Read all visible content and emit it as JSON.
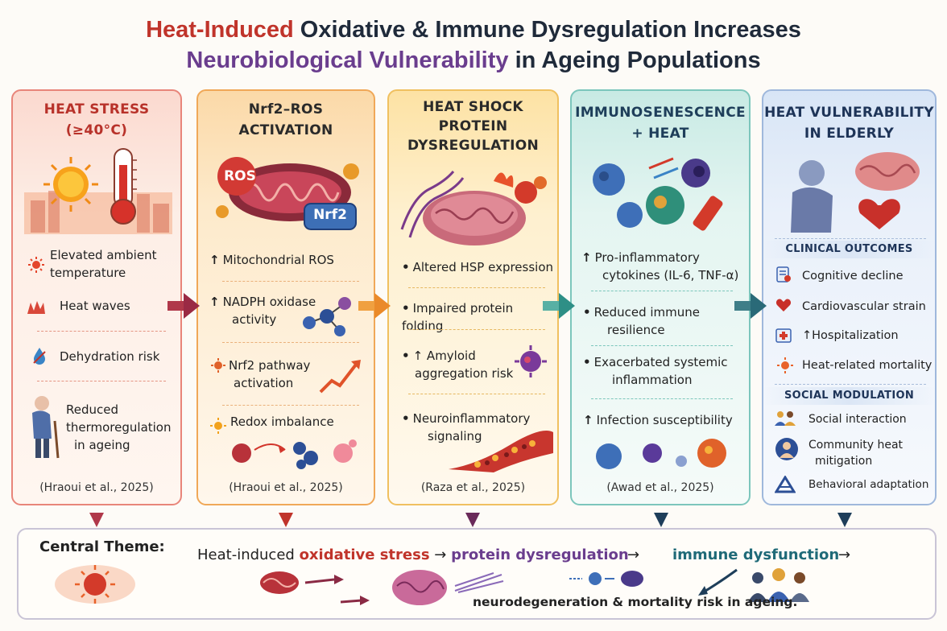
{
  "title": {
    "line1_red": "Heat-Induced",
    "line1_rest": " Oxidative & Immune Dysregulation Increases",
    "line2_purple": "Neurobiological Vulnerability",
    "line2_rest": " in Ageing Populations"
  },
  "colors": {
    "heat": "#c0342b",
    "nrf2": "#e08a1c",
    "hsp": "#e2a52a",
    "immune": "#2e8f86",
    "elderly": "#4a77b8",
    "purple": "#6a3d8e"
  },
  "panels": [
    {
      "heading_line1": "HEAT STRESS",
      "heading_line2": "(≥40°C)",
      "items": [
        {
          "icon": "sun-icon",
          "text1": "Elevated ambient",
          "text2": "temperature"
        },
        {
          "icon": "heat-wave-icon",
          "text1": "Heat waves",
          "text2": ""
        },
        {
          "icon": "water-drop-icon",
          "text1": "Dehydration risk",
          "text2": ""
        },
        {
          "icon": "elderly-person-icon",
          "text1": "Reduced",
          "text2": "thermoregulation",
          "text3": "in ageing"
        }
      ],
      "citation": "(Hraoui et al., 2025)"
    },
    {
      "heading_line1": "Nrf2–ROS",
      "heading_line2": "ACTIVATION",
      "art_label_ros": "ROS",
      "art_label_nrf2": "Nrf2",
      "items": [
        {
          "marker": "↑",
          "text1": "Mitochondrial ROS",
          "text2": ""
        },
        {
          "marker": "↑",
          "text1": "NADPH oxidase",
          "text2": "activity"
        },
        {
          "icon": "virus-icon",
          "text1": "Nrf2 pathway",
          "text2": "activation"
        },
        {
          "icon": "sun-icon",
          "text1": "Redox imbalance",
          "text2": ""
        }
      ],
      "citation": "(Hraoui et al., 2025)"
    },
    {
      "heading_line1": "HEAT SHOCK",
      "heading_line2": "PROTEIN",
      "heading_line3": "DYSREGULATION",
      "items": [
        {
          "marker": "•",
          "text1": "Altered HSP expression",
          "text2": ""
        },
        {
          "marker": "•",
          "text1": "Impaired protein folding",
          "text2": ""
        },
        {
          "marker": "•",
          "text1": "↑ Amyloid",
          "text2": "aggregation risk"
        },
        {
          "marker": "•",
          "text1": "Neuroinflammatory",
          "text2": "signaling"
        }
      ],
      "citation": "(Raza et al., 2025)"
    },
    {
      "heading_line1": "IMMUNOSENESCENCE",
      "heading_line2": "+ HEAT",
      "items": [
        {
          "marker": "↑",
          "text1": "Pro-inflammatory",
          "text2": "cytokines (IL-6, TNF-α)"
        },
        {
          "marker": "•",
          "text1": "Reduced immune",
          "text2": "resilience"
        },
        {
          "marker": "•",
          "text1": "Exacerbated systemic",
          "text2": "inflammation"
        },
        {
          "marker": "↑",
          "text1": "Infection susceptibility",
          "text2": ""
        }
      ],
      "citation": "(Awad et al., 2025)"
    },
    {
      "heading_line1": "HEAT VULNERABILITY",
      "heading_line2": "IN ELDERLY",
      "clinical_title": "CLINICAL OUTCOMES",
      "clinical": [
        {
          "icon": "document-icon",
          "text": "Cognitive decline"
        },
        {
          "icon": "heart-icon",
          "text": "Cardiovascular strain"
        },
        {
          "icon": "hospital-icon",
          "text": "↑Hospitalization"
        },
        {
          "icon": "sun-icon",
          "text": "Heat-related mortality"
        }
      ],
      "social_title": "SOCIAL MODULATION",
      "social": [
        {
          "icon": "people-icon",
          "text1": "Social interaction",
          "text2": ""
        },
        {
          "icon": "person-icon",
          "text1": "Community heat",
          "text2": "mitigation"
        },
        {
          "icon": "triangle-icon",
          "text1": "Behavioral adaptation",
          "text2": ""
        }
      ]
    }
  ],
  "bottom": {
    "label": "Central Theme:",
    "seg1": "Heat-induced ",
    "seg2": "oxidative stress",
    "arrow1": " → ",
    "seg3": "protein dysregulation",
    "arrow2": "→",
    "seg4": "immune dysfunction",
    "arrow3": "→",
    "line2": "neurodegeneration & mortality risk in ageing."
  }
}
